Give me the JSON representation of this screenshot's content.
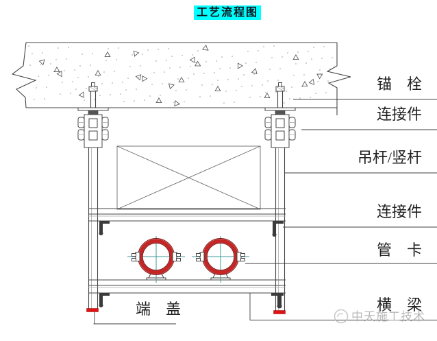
{
  "title": {
    "text": "工艺流程图"
  },
  "labels": [
    {
      "id": "anchor-bolt",
      "text": "锚　栓"
    },
    {
      "id": "connector-top",
      "text": "连接件"
    },
    {
      "id": "hanger-rod",
      "text": "吊杆/竖杆"
    },
    {
      "id": "connector-mid",
      "text": "连接件"
    },
    {
      "id": "pipe-clamp",
      "text": "管　卡"
    },
    {
      "id": "cross-beam",
      "text": "横　梁"
    },
    {
      "id": "end-cap",
      "text": "端　盖"
    }
  ],
  "watermark": {
    "text": "中天施工技术"
  },
  "colors": {
    "title_highlight": "#00ffff",
    "pipe_ring_red": "#c42626",
    "end_cap_red": "#e01212",
    "centerline_teal": "#3d9a9a",
    "line": "#454545",
    "watermark_gray": "#b2b2b2"
  }
}
